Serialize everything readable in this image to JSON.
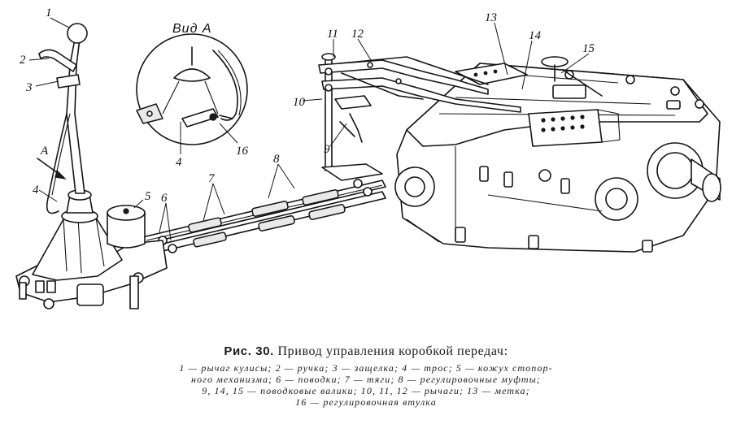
{
  "figure": {
    "view_label": "Вид А",
    "arrow_label": "А",
    "callouts": [
      "1",
      "2",
      "3",
      "4",
      "5",
      "6",
      "7",
      "8",
      "9",
      "10",
      "11",
      "12",
      "13",
      "14",
      "15",
      "16"
    ],
    "inset_callouts": [
      "4",
      "16"
    ]
  },
  "caption": {
    "fig_number": "Рис. 30.",
    "title": "Привод управления коробкой передач:",
    "lines": [
      "1 — рычаг кулисы; 2 — ручка; 3 — защелка; 4 — трос; 5 — кожух стопор-",
      "ного механизма; 6 — поводки; 7 — тяги; 8 — регулировочные муфты;",
      "9, 14, 15 — поводковые валики; 10, 11, 12 — рычаги; 13 — метка;",
      "16 — регулировочная втулка"
    ]
  }
}
